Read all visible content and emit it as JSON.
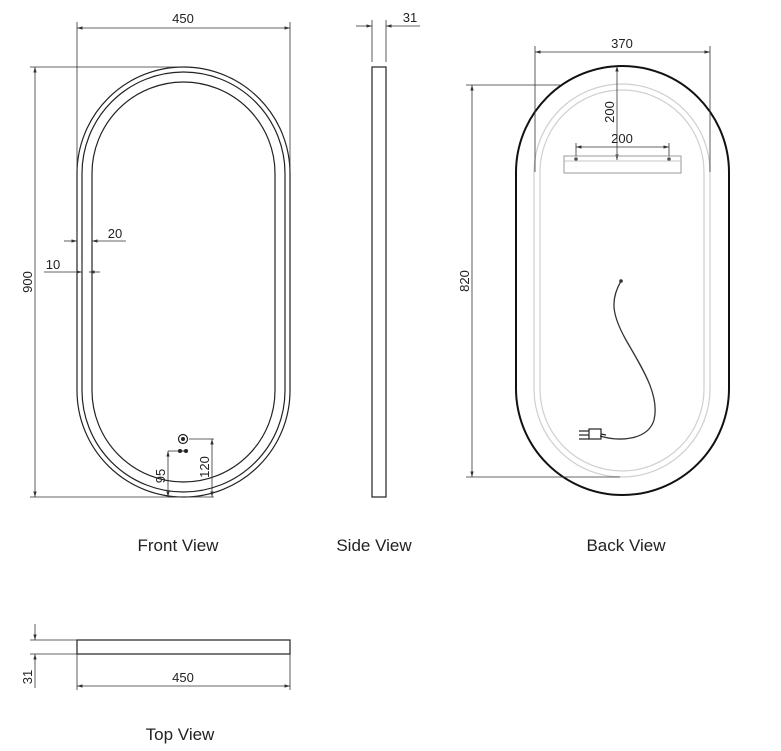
{
  "views": {
    "front": {
      "caption": "Front View",
      "width_label": "450",
      "height_label": "900",
      "frame_label": "20",
      "inset_label": "10",
      "sensor_label": "120",
      "sensor_offset_label": "95",
      "sensor_icon": "touch-sensor-icon",
      "cable_icon": "cable-entry-icon"
    },
    "side": {
      "caption": "Side View",
      "depth_label": "31"
    },
    "back": {
      "caption": "Back View",
      "bracket_span_label": "370",
      "bracket_drop_label": "200",
      "bracket_width_label": "200",
      "height_label": "820",
      "plug_icon": "plug-icon"
    },
    "top": {
      "caption": "Top View",
      "width_label": "450",
      "depth_label": "31"
    }
  },
  "colors": {
    "line": "#222222",
    "ghost": "#cfcfcf",
    "background": "#ffffff"
  }
}
